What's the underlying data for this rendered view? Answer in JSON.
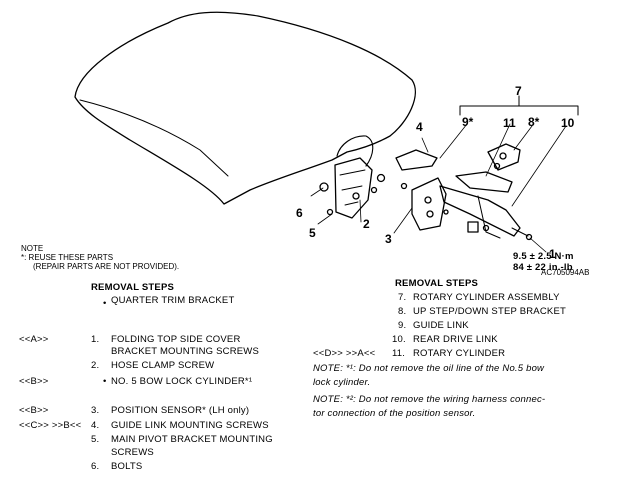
{
  "callouts": {
    "c1": "1",
    "c2": "2",
    "c3": "3",
    "c4": "4",
    "c5": "5",
    "c6": "6",
    "c7": "7",
    "c8": "8*",
    "c9": "9*",
    "c10": "10",
    "c11": "11"
  },
  "torque": {
    "line1": "9.5 ± 2.5 N·m",
    "line2": "84 ± 22 in.-lb",
    "code": "AC705094AB"
  },
  "note": {
    "title": "NOTE",
    "line1": "*: REUSE THESE PARTS",
    "line2": "(REPAIR PARTS ARE NOT PROVIDED)."
  },
  "left_steps": {
    "heading": "REMOVAL STEPS",
    "items": [
      {
        "ref": "",
        "num": "•",
        "text": "QUARTER TRIM BRACKET"
      },
      {
        "ref": "<<A>>",
        "num": "1.",
        "text": "FOLDING TOP SIDE COVER"
      },
      {
        "ref": "",
        "num": "",
        "text": "BRACKET MOUNTING SCREWS"
      },
      {
        "ref": "",
        "num": "2.",
        "text": "HOSE CLAMP SCREW"
      },
      {
        "ref": "<<B>>",
        "num": "•",
        "text": "NO. 5 BOW LOCK CYLINDER*¹"
      },
      {
        "ref": "<<B>>",
        "num": "3.",
        "text": "POSITION SENSOR*  (LH only)"
      },
      {
        "ref": "<<C>>   >>B<<",
        "num": "4.",
        "text": "GUIDE LINK MOUNTING SCREWS"
      },
      {
        "ref": "",
        "num": "5.",
        "text": "MAIN PIVOT BRACKET MOUNTING"
      },
      {
        "ref": "",
        "num": "",
        "text": "SCREWS"
      },
      {
        "ref": "",
        "num": "6.",
        "text": "BOLTS"
      }
    ]
  },
  "right_steps": {
    "heading": "REMOVAL STEPS",
    "items": [
      {
        "ref": "",
        "num": "7.",
        "text": "ROTARY CYLINDER ASSEMBLY"
      },
      {
        "ref": "",
        "num": "8.",
        "text": "UP STEP/DOWN STEP BRACKET"
      },
      {
        "ref": "",
        "num": "9.",
        "text": "GUIDE LINK"
      },
      {
        "ref": "",
        "num": "10.",
        "text": "REAR DRIVE LINK"
      },
      {
        "ref": "<<D>>   >>A<<",
        "num": "11.",
        "text": "ROTARY CYLINDER"
      }
    ],
    "note1_a": "NOTE: *¹: Do not remove the oil line of the No.5 bow",
    "note1_b": "lock cylinder.",
    "note2_a": "NOTE: *²: Do not remove the wiring harness connec-",
    "note2_b": "tor connection of the position sensor."
  }
}
